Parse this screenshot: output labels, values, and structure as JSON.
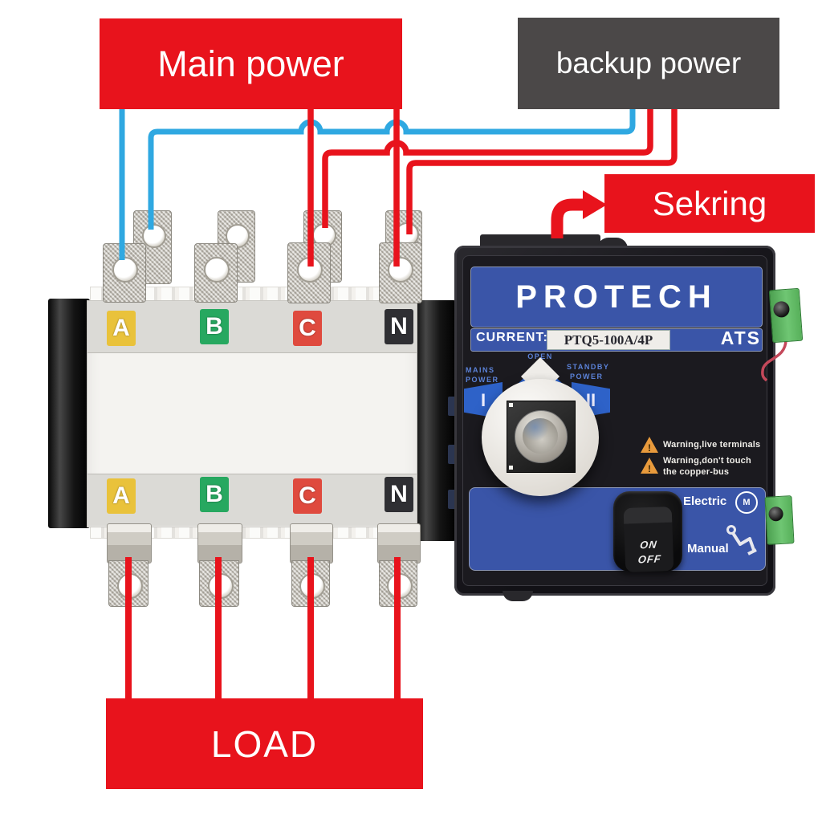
{
  "boxes": {
    "main_power": "Main power",
    "backup_power": "backup power",
    "sekring": "Sekring",
    "load": "LOAD"
  },
  "device": {
    "brand": "PROTECH",
    "current_label": "CURRENT:",
    "model": "PTQ5-100A/4P",
    "type_label": "ATS",
    "rotary": {
      "open": "OPEN",
      "mains_l1": "MAINS",
      "mains_l2": "POWER",
      "pos_1": "I",
      "standby_l1": "STANDBY",
      "standby_l2": "POWER",
      "pos_2": "II"
    },
    "warnings": {
      "line1": "Warning,live terminals",
      "line2": "Warning,don't touch",
      "line3": "the copper-bus",
      "mark": "!"
    },
    "electric_label": "Electric",
    "motor_icon_letter": "M",
    "manual_label": "Manual",
    "rocker": {
      "on": "ON",
      "off": "OFF"
    }
  },
  "terminals": {
    "phases": [
      "A",
      "B",
      "C",
      "N"
    ]
  },
  "colors": {
    "box_red": "#e8131c",
    "box_gray": "#4b4848",
    "wire_blue": "#2fa8e1",
    "wire_red": "#e8131c",
    "panel_blue": "#3a55a8",
    "connector_green": "#5cb85f",
    "phase_a": "#e9c23b",
    "phase_b": "#27a860",
    "phase_c": "#df4a3e",
    "phase_n": "#2f2f33"
  }
}
